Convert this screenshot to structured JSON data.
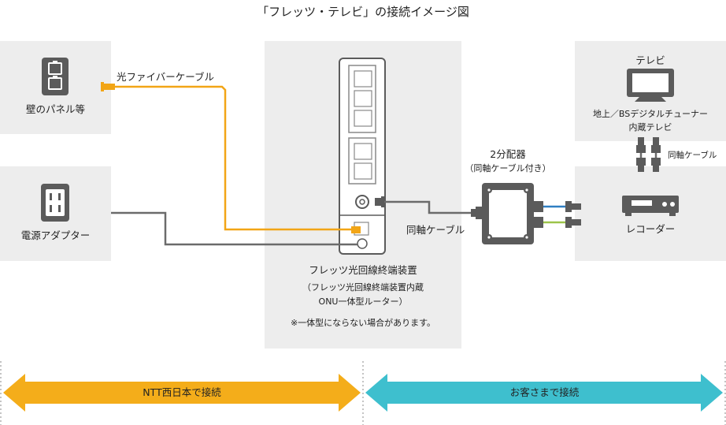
{
  "title": "「フレッツ・テレビ」の接続イメージ図",
  "labels": {
    "wall_panel": "壁のパネル等",
    "power_adapter": "電源アダプター",
    "fiber_cable": "光ファイバーケーブル",
    "onu_name": "フレッツ光回線終端装置",
    "onu_note1": "（フレッツ光回線終端装置内蔵",
    "onu_note2": "ONU一体型ルーター）",
    "onu_note3": "※一体型にならない場合があります。",
    "coax_cable_main": "同軸ケーブル",
    "splitter_name": "2分配器",
    "splitter_note": "（同軸ケーブル付き）",
    "tv": "テレビ",
    "tv_desc1": "地上／BSデジタルチューナー",
    "tv_desc2": "内蔵テレビ",
    "coax_cable_side": "同軸ケーブル",
    "recorder": "レコーダー"
  },
  "bottom": {
    "ntt_label": "NTT西日本で接続",
    "customer_label": "お客さまで接続"
  },
  "colors": {
    "fiber": "#f2a516",
    "cable": "#6b6b6b",
    "box_bg": "#ededed",
    "ntt_arrow": "#f4ad1a",
    "customer_arrow": "#3ebfce",
    "coax_blue": "#2f7fc2",
    "coax_green": "#9cc44a"
  },
  "icons": [
    "phone-jack-icon",
    "power-outlet-icon",
    "onu-device-icon",
    "splitter-icon",
    "tv-icon",
    "recorder-icon",
    "coax-connector-icon"
  ]
}
